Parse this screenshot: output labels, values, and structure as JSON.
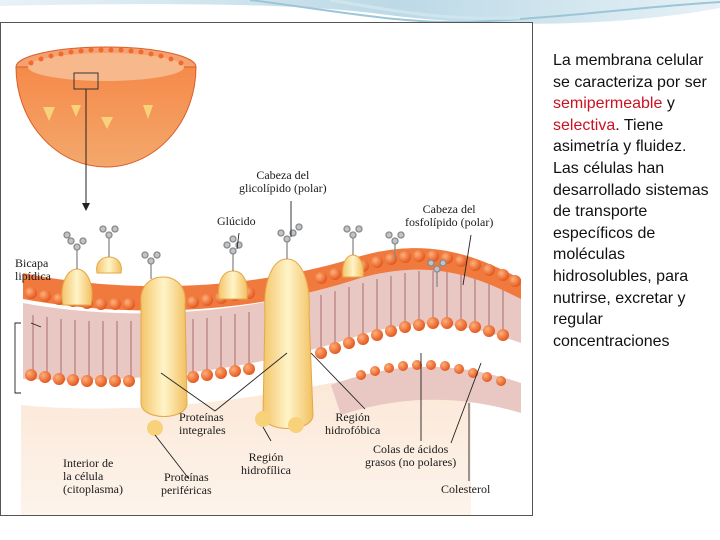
{
  "figure_labels": {
    "glycolipid_head": "Cabeza del\nglicolípido (polar)",
    "phospholipid_head": "Cabeza del\nfosfolípido (polar)",
    "glucido": "Glúcido",
    "bilayer": "Bicapa\nlipídica",
    "integral_proteins": "Proteínas\nintegrales",
    "hydrophobic_region": "Región\nhidrofóbica",
    "hydrophilic_region": "Región\nhidrofílica",
    "cell_interior": "Interior de\nla  célula\n(citoplasma)",
    "peripheral_proteins": "Proteínas\nperiféricas",
    "fatty_acid_tails": "Colas de ácidos\ngrasos (no polares)",
    "cholesterol": "Colesterol"
  },
  "side_text": {
    "line1": "La membrana celular se caracteriza por ser ",
    "highlight1": "semipermeable",
    "connector": " y ",
    "highlight2": "selectiva",
    "line2": ". Tiene asimetría y fluidez.",
    "line3": "Las células han desarrollado sistemas de transporte específicos de moléculas hidrosolubles, para nutrirse, excretar y regular concentraciones"
  },
  "colors": {
    "membrane_orange": "#f0783c",
    "head_orange": "#f26a2a",
    "tail_pink": "#c89a9a",
    "protein_yellow": "#f7d27a",
    "highlight_red": "#cc1020"
  }
}
